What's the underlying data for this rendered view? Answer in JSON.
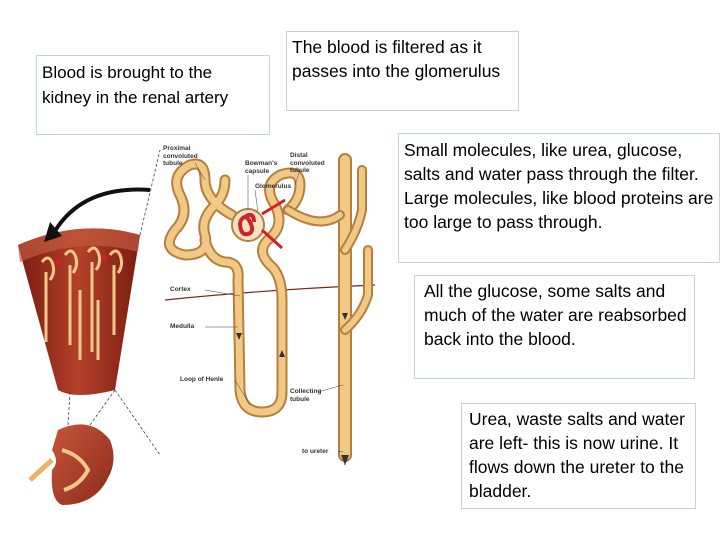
{
  "callouts": {
    "renal_artery": "Blood is brought to the kidney in the renal artery",
    "glomerulus": "The blood is filtered as it passes into the glomerulus",
    "filter": "Small molecules, like urea, glucose, salts and water pass through the filter. Large molecules, like blood proteins are too large to pass through.",
    "reabsorb": "All the glucose, some salts and much of the water are reabsorbed back into the blood.",
    "urine": "Urea, waste salts and water are left- this is now urine. It flows down the ureter to the bladder."
  },
  "diagram_labels": {
    "proximal_l1": "Proximal",
    "proximal_l2": "convoluted",
    "proximal_l3": "tubule",
    "bowmans_l1": "Bowman's",
    "bowmans_l2": "capsule",
    "glomerulus": "Glomerulus",
    "distal_l1": "Distal",
    "distal_l2": "convoluted",
    "distal_l3": "tubule",
    "cortex": "Cortex",
    "medulla": "Medulla",
    "loop": "Loop of Henle",
    "collecting_l1": "Collecting",
    "collecting_l2": "tubule",
    "ureter": "to ureter"
  },
  "colors": {
    "tubule": "#e8b46a",
    "tubule_dark": "#b5803a",
    "cortex_red": "#a5321f",
    "blood": "#d4202a",
    "callout_border": "#c9d3e0"
  }
}
